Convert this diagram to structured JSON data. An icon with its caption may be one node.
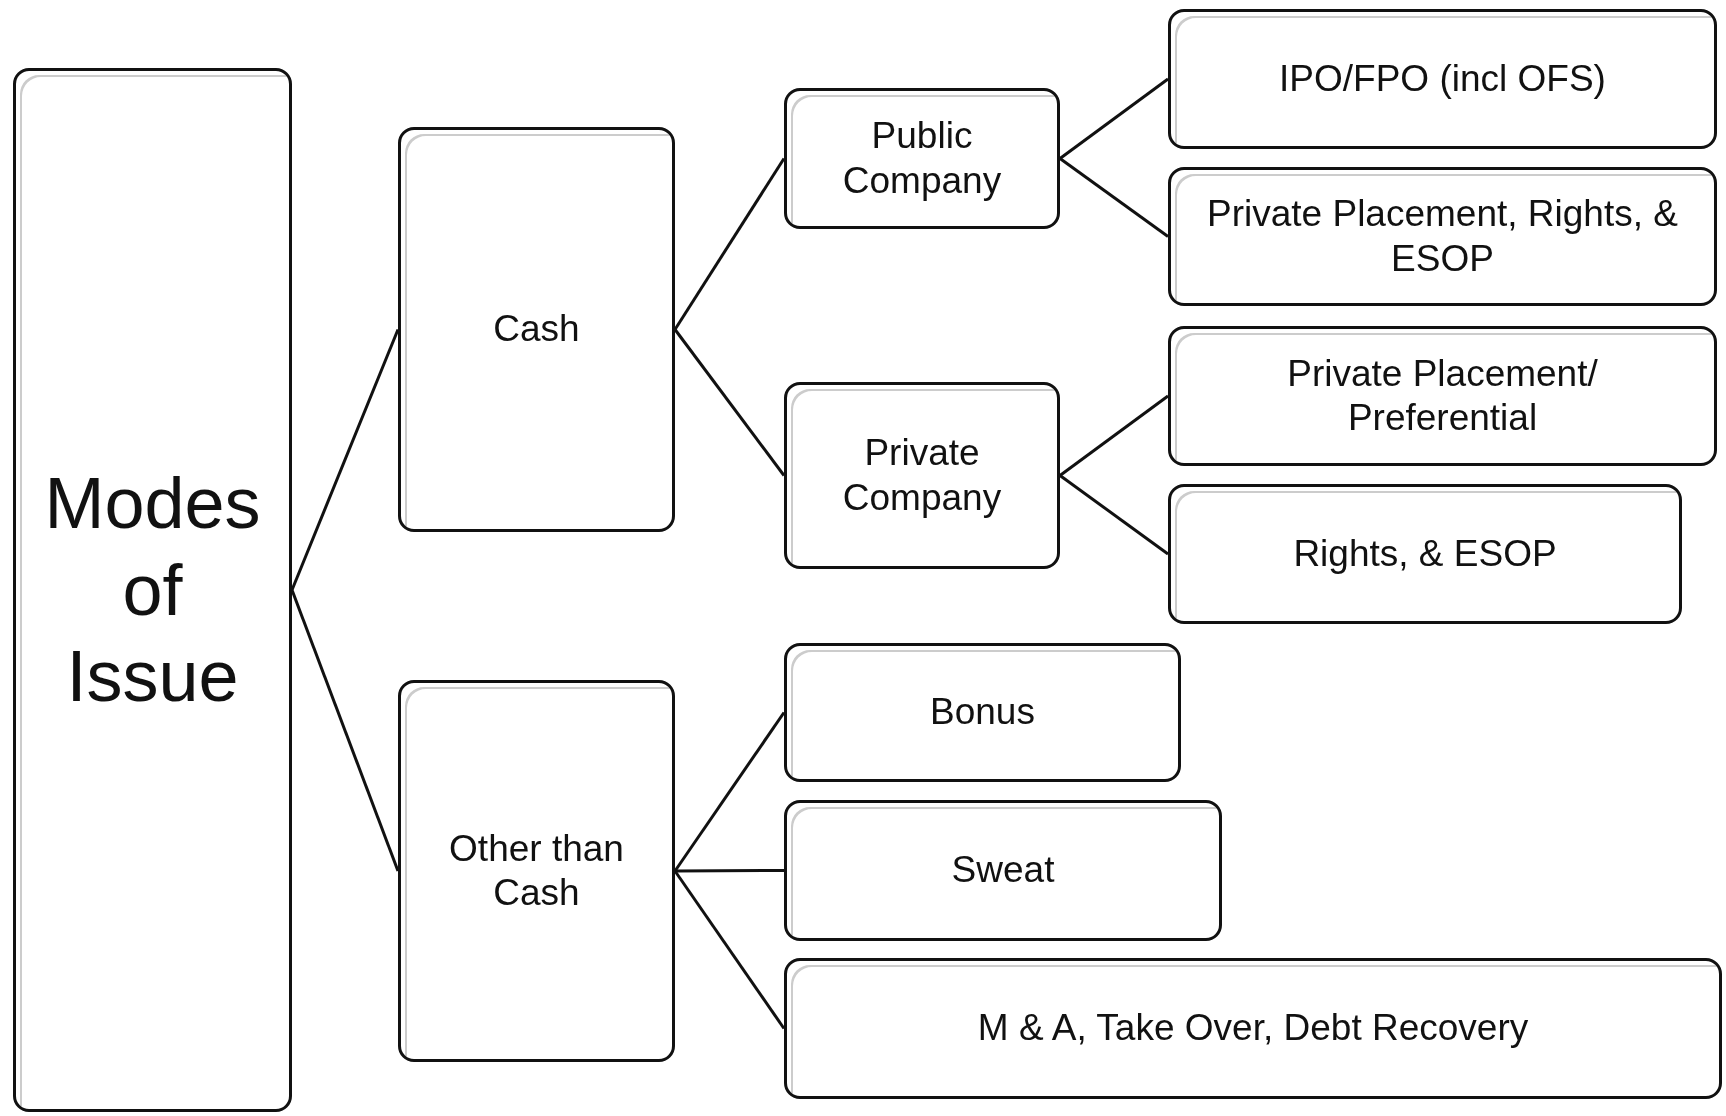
{
  "diagram": {
    "nodes": [
      {
        "text": [
          "Modes of Issue"
        ]
      },
      {
        "text": [
          "Cash"
        ]
      },
      {
        "text": [
          "Other than Cash"
        ]
      },
      {
        "text": [
          "Public Company"
        ]
      },
      {
        "text": [
          "Private Company"
        ]
      },
      {
        "text": [
          "IPO/FPO (incl OFS)"
        ]
      },
      {
        "text": [
          "Private Placement, Rights, & ESOP"
        ]
      },
      {
        "text": [
          "Private Placement/ Preferential"
        ]
      },
      {
        "text": [
          "Rights, & ESOP"
        ]
      },
      {
        "text": [
          "Bonus"
        ]
      },
      {
        "text": [
          "Sweat"
        ]
      },
      {
        "text": [
          "M & A, Take Over, Debt Recovery"
        ]
      }
    ],
    "edges": [
      {
        "from": 0,
        "to": 1,
        "arrow": "none"
      },
      {
        "from": 0,
        "to": 2,
        "arrow": "none"
      },
      {
        "from": 1,
        "to": 3,
        "arrow": "none"
      },
      {
        "from": 1,
        "to": 4,
        "arrow": "none"
      },
      {
        "from": 3,
        "to": 5,
        "arrow": "none"
      },
      {
        "from": 3,
        "to": 6,
        "arrow": "none"
      },
      {
        "from": 4,
        "to": 7,
        "arrow": "none"
      },
      {
        "from": 4,
        "to": 8,
        "arrow": "none"
      },
      {
        "from": 2,
        "to": 9,
        "arrow": "none"
      },
      {
        "from": 2,
        "to": 10,
        "arrow": "none"
      },
      {
        "from": 2,
        "to": 11,
        "arrow": "none"
      }
    ]
  }
}
